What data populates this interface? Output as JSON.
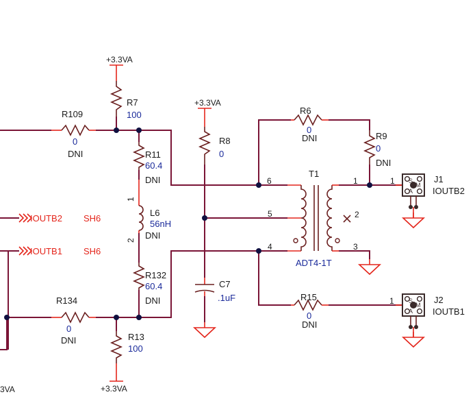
{
  "power": {
    "label": "+3.3VA",
    "label_partial": "3VA"
  },
  "components": {
    "r109": {
      "ref": "R109",
      "value": "0",
      "note": "DNI"
    },
    "r7": {
      "ref": "R7",
      "value": "100"
    },
    "r11": {
      "ref": "R11",
      "value": "60.4",
      "note": "DNI"
    },
    "l6": {
      "ref": "L6",
      "value": "56nH",
      "note": "DNI",
      "pin1": "1",
      "pin2": "2"
    },
    "r132": {
      "ref": "R132",
      "value": "60.4",
      "note": "DNI"
    },
    "r134": {
      "ref": "R134",
      "value": "0",
      "note": "DNI"
    },
    "r13": {
      "ref": "R13",
      "value": "100"
    },
    "r8": {
      "ref": "R8",
      "value": "0"
    },
    "c7": {
      "ref": "C7",
      "value": ".1uF"
    },
    "r6": {
      "ref": "R6",
      "value": "0",
      "note": "DNI"
    },
    "r9": {
      "ref": "R9",
      "value": "0",
      "note": "DNI"
    },
    "r15": {
      "ref": "R15",
      "value": "0",
      "note": "DNI"
    },
    "t1": {
      "ref": "T1",
      "part": "ADT4-1T",
      "pins": [
        "6",
        "5",
        "4",
        "1",
        "2",
        "3"
      ]
    },
    "j1": {
      "ref": "J1",
      "net": "IOUTB2",
      "pin": "1"
    },
    "j2": {
      "ref": "J2",
      "net": "IOUTB1",
      "pin": "1"
    }
  },
  "offpage": [
    {
      "net": "IOUTB2",
      "sheet": "SH6"
    },
    {
      "net": "IOUTB1",
      "sheet": "SH6"
    }
  ],
  "connector_glyph": {
    "tl": "S",
    "tr": "",
    "m": "M",
    "bl": "A",
    "br": ""
  }
}
